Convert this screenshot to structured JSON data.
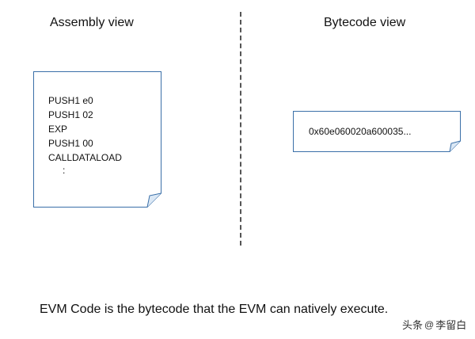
{
  "left_panel": {
    "title": "Assembly view",
    "lines": [
      "PUSH1  e0",
      "PUSH1  02",
      "EXP",
      "PUSH1  00",
      "CALLDATALOAD"
    ],
    "continuation": ":"
  },
  "right_panel": {
    "title": "Bytecode view",
    "bytecode": "0x60e060020a600035..."
  },
  "caption": "EVM Code is the bytecode that the EVM can natively execute.",
  "watermark": {
    "prefix": "头条",
    "at": "@",
    "author": "李留白"
  },
  "colors": {
    "note_border": "#3a6fa8",
    "note_fill": "#ffffff",
    "divider": "#555555"
  }
}
